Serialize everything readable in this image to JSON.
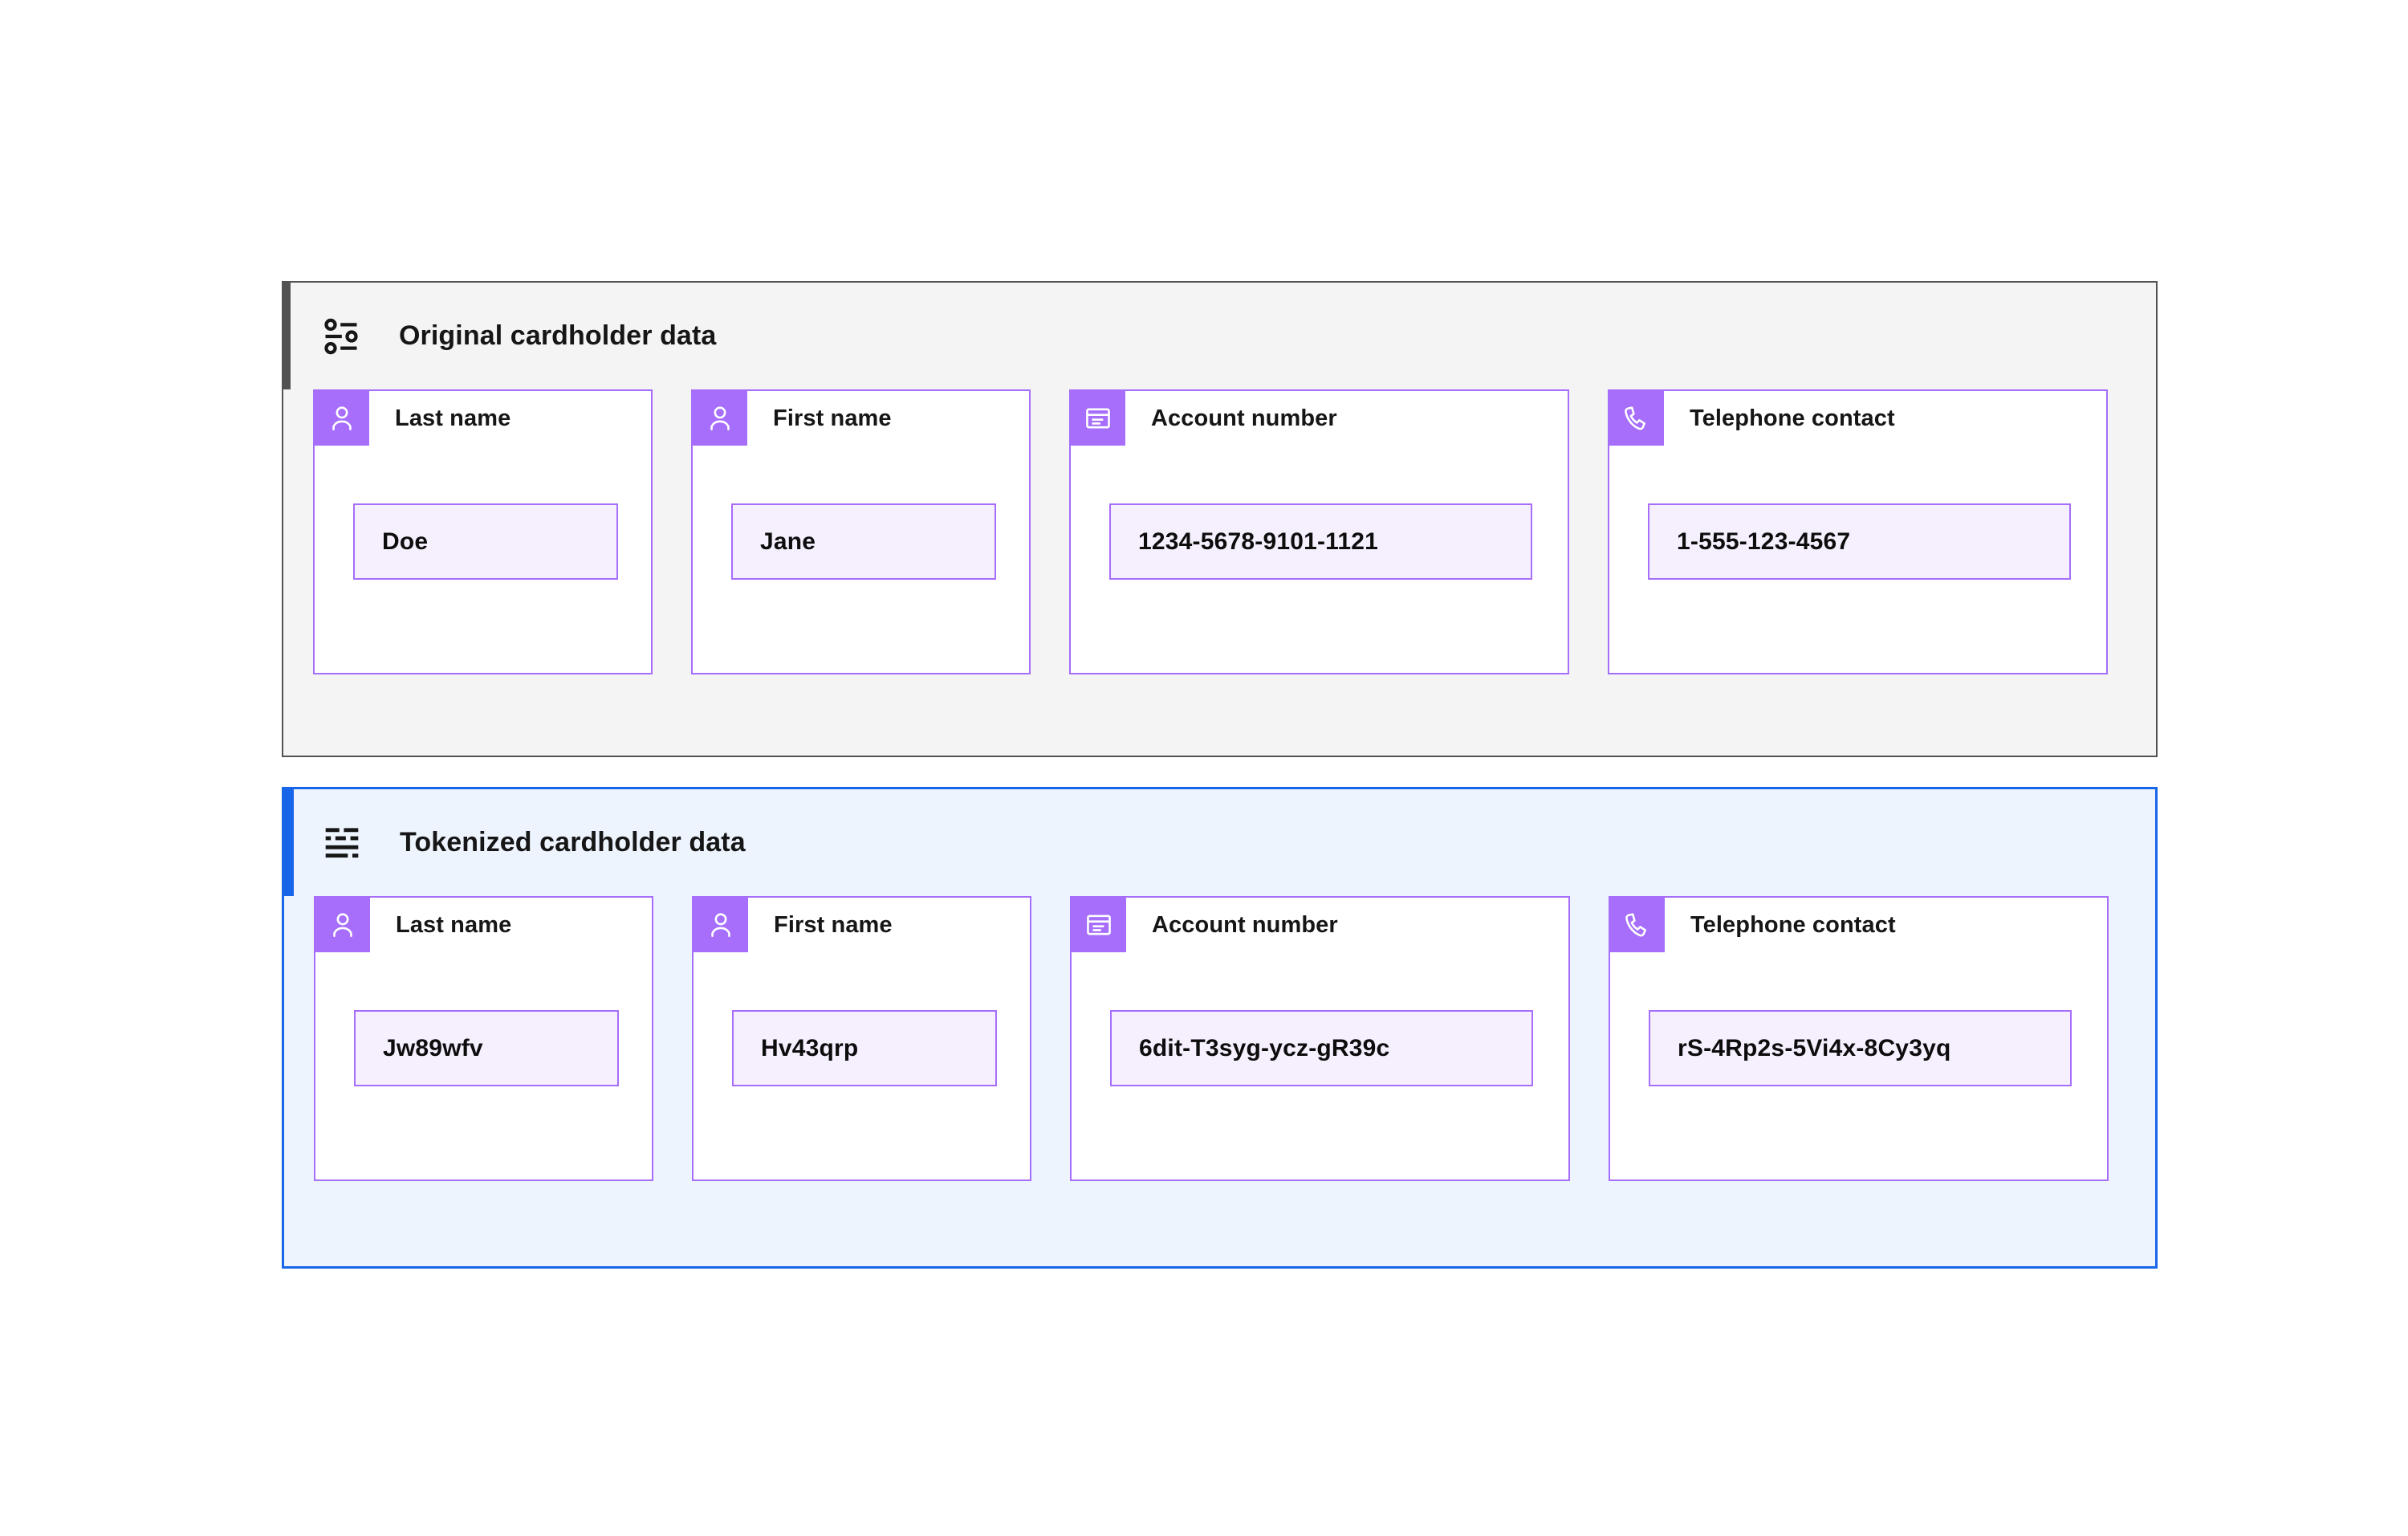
{
  "colors": {
    "accent_purple": "#a66efa",
    "value_field_bg": "#f6f0fe",
    "original_panel_bg": "#f4f4f4",
    "original_panel_border": "#525252",
    "tokenized_panel_bg": "#edf4fe",
    "tokenized_panel_border": "#1765e8",
    "text": "#161616",
    "page_bg": "#ffffff"
  },
  "panels": [
    {
      "id": "original",
      "title": "Original cardholder data",
      "icon": "settings-sliders-icon",
      "accent_color": "#525252",
      "fields": [
        {
          "label": "Last name",
          "value": "Doe",
          "icon": "person-icon"
        },
        {
          "label": "First name",
          "value": "Jane",
          "icon": "person-icon"
        },
        {
          "label": "Account number",
          "value": "1234-5678-9101-1121",
          "icon": "credit-card-icon"
        },
        {
          "label": "Telephone contact",
          "value": "1-555-123-4567",
          "icon": "phone-icon"
        }
      ]
    },
    {
      "id": "tokenized",
      "title": "Tokenized cardholder data",
      "icon": "text-lines-icon",
      "accent_color": "#1765e8",
      "fields": [
        {
          "label": "Last name",
          "value": "Jw89wfv",
          "icon": "person-icon"
        },
        {
          "label": "First name",
          "value": "Hv43qrp",
          "icon": "person-icon"
        },
        {
          "label": "Account number",
          "value": "6dit-T3syg-ycz-gR39c",
          "icon": "credit-card-icon"
        },
        {
          "label": "Telephone contact",
          "value": "rS-4Rp2s-5Vi4x-8Cy3yq",
          "icon": "phone-icon"
        }
      ]
    }
  ]
}
